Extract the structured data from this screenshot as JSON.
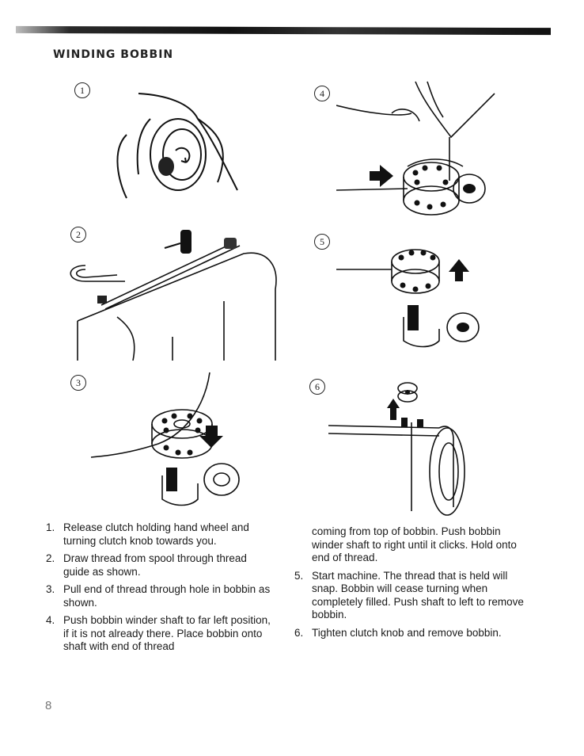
{
  "page": {
    "title": "WINDING BOBBIN",
    "page_number": "8"
  },
  "figures": [
    {
      "label": "1"
    },
    {
      "label": "2"
    },
    {
      "label": "3"
    },
    {
      "label": "4"
    },
    {
      "label": "5"
    },
    {
      "label": "6"
    }
  ],
  "steps_left": [
    {
      "num": "1.",
      "text": "Release clutch holding hand wheel and turning clutch knob towards you."
    },
    {
      "num": "2.",
      "text": "Draw thread from spool through thread guide as shown."
    },
    {
      "num": "3.",
      "text": "Pull end of thread through hole in bobbin as shown."
    },
    {
      "num": "4.",
      "text": "Push bobbin winder shaft to far left position, if it is not already there. Place bobbin onto shaft with end of thread"
    }
  ],
  "continuation": "coming from top of bobbin. Push bobbin winder shaft to right until it clicks. Hold onto end of thread.",
  "steps_right": [
    {
      "num": "5.",
      "text": "Start machine. The thread that is held will snap. Bobbin will cease turning when completely filled. Push shaft to left to remove bobbin."
    },
    {
      "num": "6.",
      "text": "Tighten clutch knob and remove bobbin."
    }
  ]
}
